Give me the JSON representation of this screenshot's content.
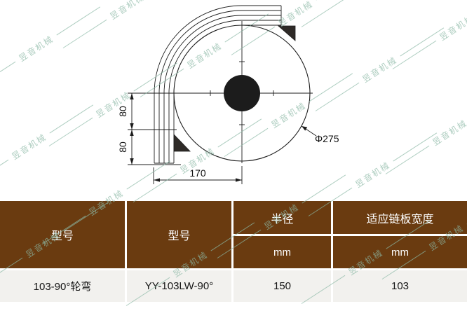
{
  "watermark": {
    "text": "昱音机械"
  },
  "drawing": {
    "dims": {
      "v1": "80",
      "v2": "80",
      "width": "170",
      "diameter": "Φ275"
    }
  },
  "table": {
    "headers": {
      "col1": "型号",
      "col2": "型号",
      "col3_top": "半径",
      "col3_unit": "mm",
      "col4_top": "适应链板宽度",
      "col4_unit": "mm"
    },
    "rows": [
      {
        "model": "103-90°轮弯",
        "model_code": "YY-103LW-90°",
        "radius": "150",
        "width": "103"
      }
    ]
  },
  "colors": {
    "header_bg": "#6a3b10",
    "watermark": "#8cb9a6",
    "line": "#1c1c1c"
  }
}
